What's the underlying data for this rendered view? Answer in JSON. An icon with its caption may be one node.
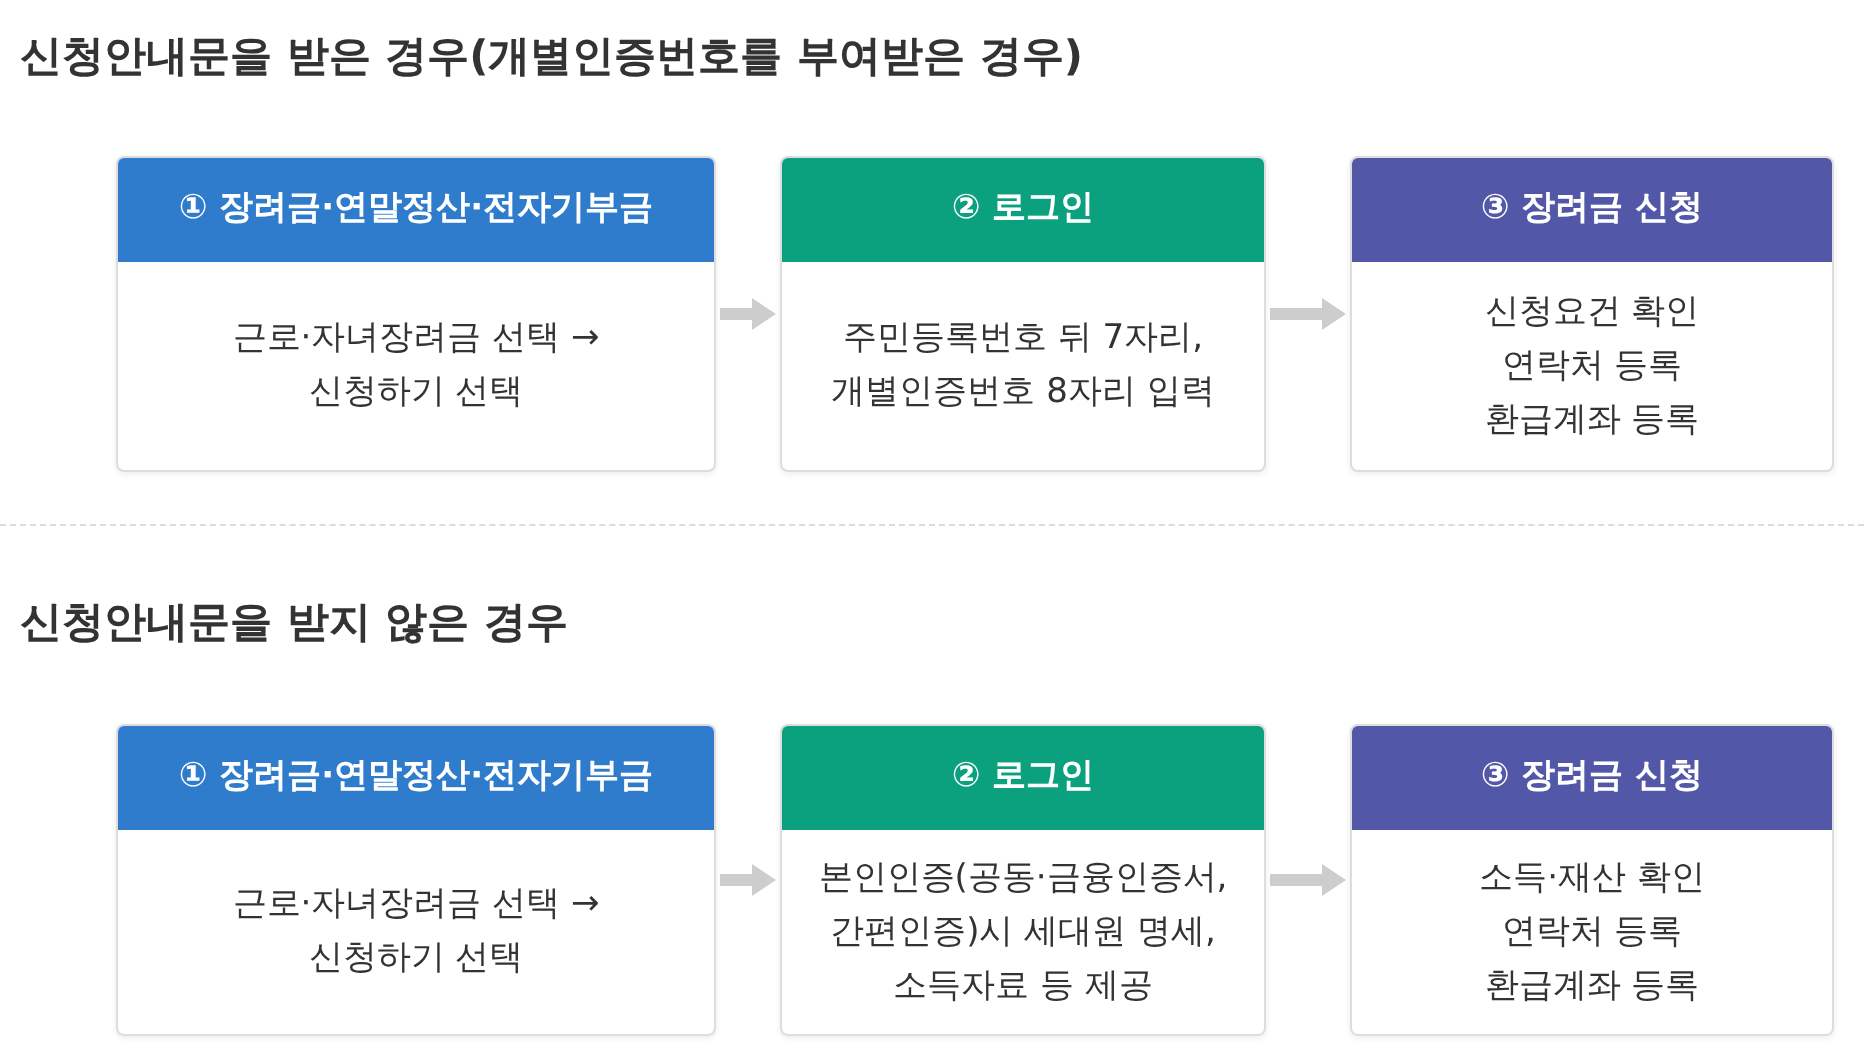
{
  "diagram": {
    "nodes": [
      {
        "text": [
          "① 장려금·연말정산·전자기부금",
          "근로·자녀장려금 선택 → 신청하기 선택"
        ]
      },
      {
        "text": [
          "② 로그인",
          "주민등록번호 뒤 7자리, 개별인증번호 8자리 입력"
        ]
      },
      {
        "text": [
          "③ 장려금 신청",
          "신청요건 확인 연락처 등록 환급계좌 등록"
        ]
      },
      {
        "text": [
          "① 장려금·연말정산·전자기부금",
          "근로·자녀장려금 선택 → 신청하기 선택"
        ]
      },
      {
        "text": [
          "② 로그인",
          "본인인증(공동·금융인증서, 간편인증)시 세대원 명세, 소득자료 등 제공"
        ]
      },
      {
        "text": [
          "③ 장려금 신청",
          "소득·재산 확인 연락처 등록 환급계좌 등록"
        ]
      }
    ],
    "edges": [
      {
        "from": 0,
        "to": 1,
        "arrow": "to"
      },
      {
        "from": 1,
        "to": 2,
        "arrow": "to"
      },
      {
        "from": 3,
        "to": 4,
        "arrow": "to"
      },
      {
        "from": 4,
        "to": 5,
        "arrow": "to"
      }
    ],
    "labels": [
      "신청안내문을 받은 경우(개별인증번호를 부여받은 경우)",
      "신청안내문을 받지 않은 경우"
    ]
  }
}
